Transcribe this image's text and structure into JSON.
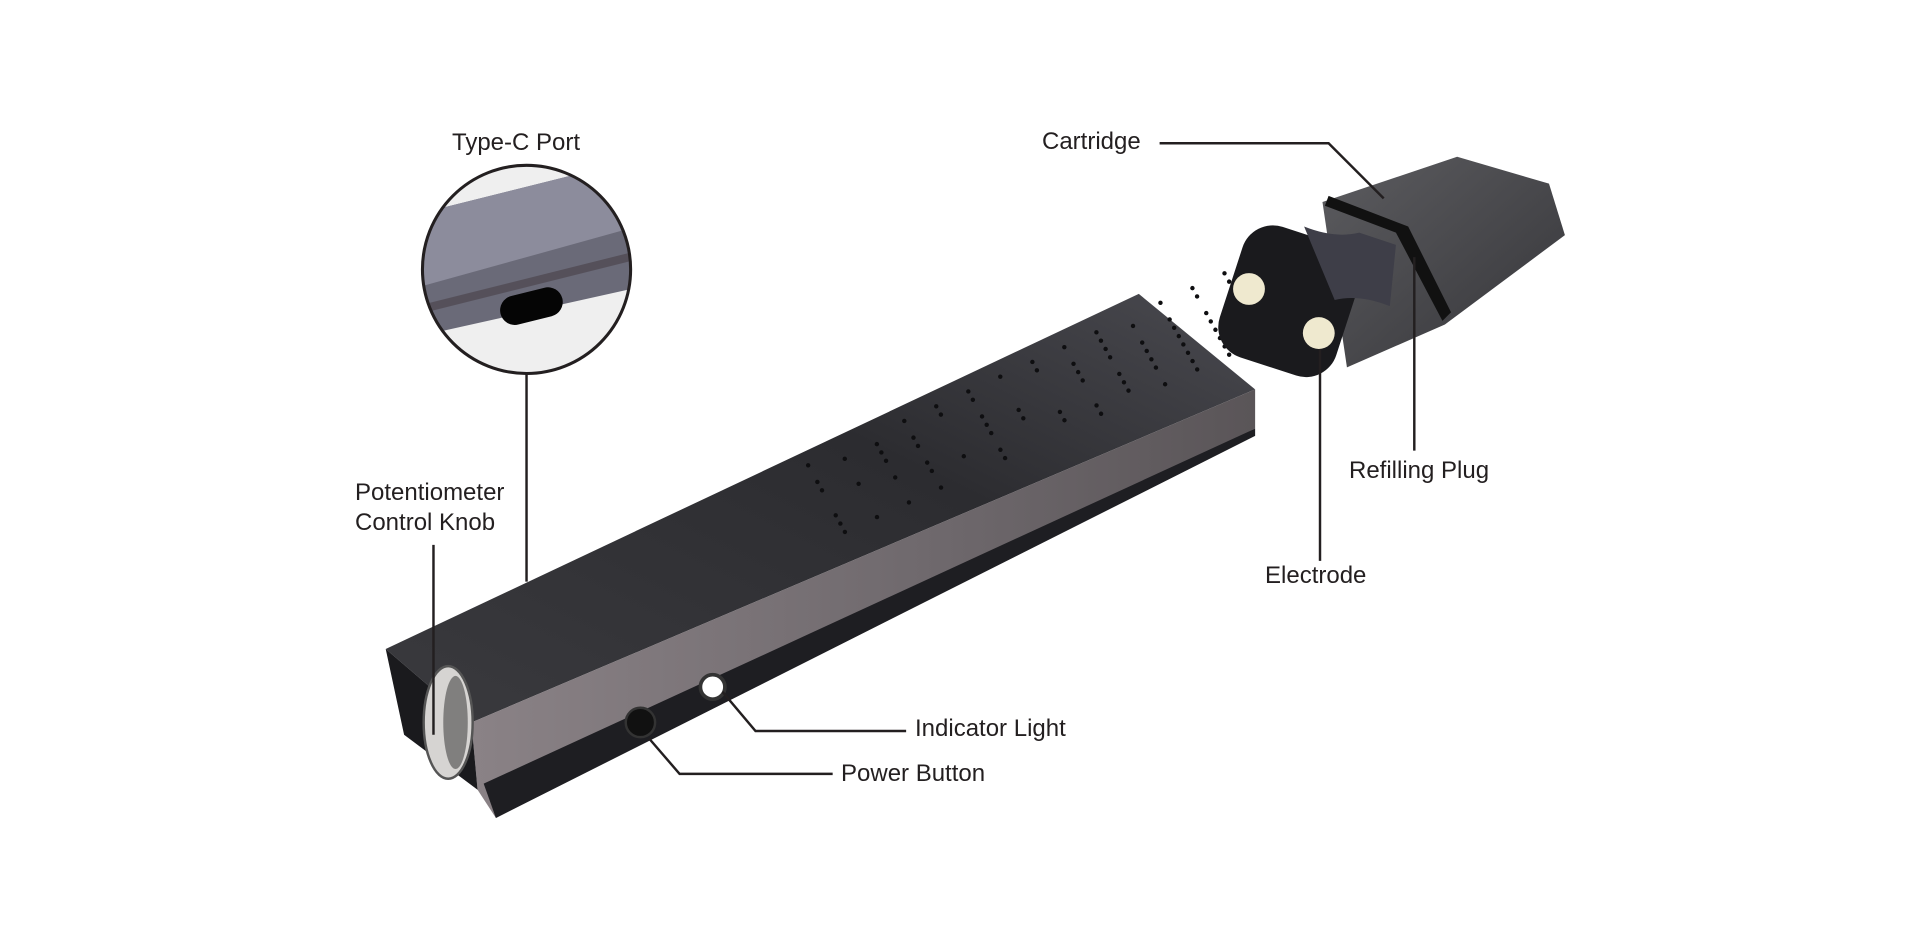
{
  "title": "Device component diagram",
  "labels": {
    "type_c_port": "Type-C Port",
    "potentiometer_line1": "Potentiometer",
    "potentiometer_line2": "Control Knob",
    "cartridge": "Cartridge",
    "refilling_plug": "Refilling Plug",
    "electrode": "Electrode",
    "indicator_light": "Indicator Light",
    "power_button": "Power Button"
  },
  "colors": {
    "leader_line": "#231f20",
    "body_top": "#2f2f33",
    "body_side": "#7b7579",
    "electrode": "#efe9cf"
  }
}
